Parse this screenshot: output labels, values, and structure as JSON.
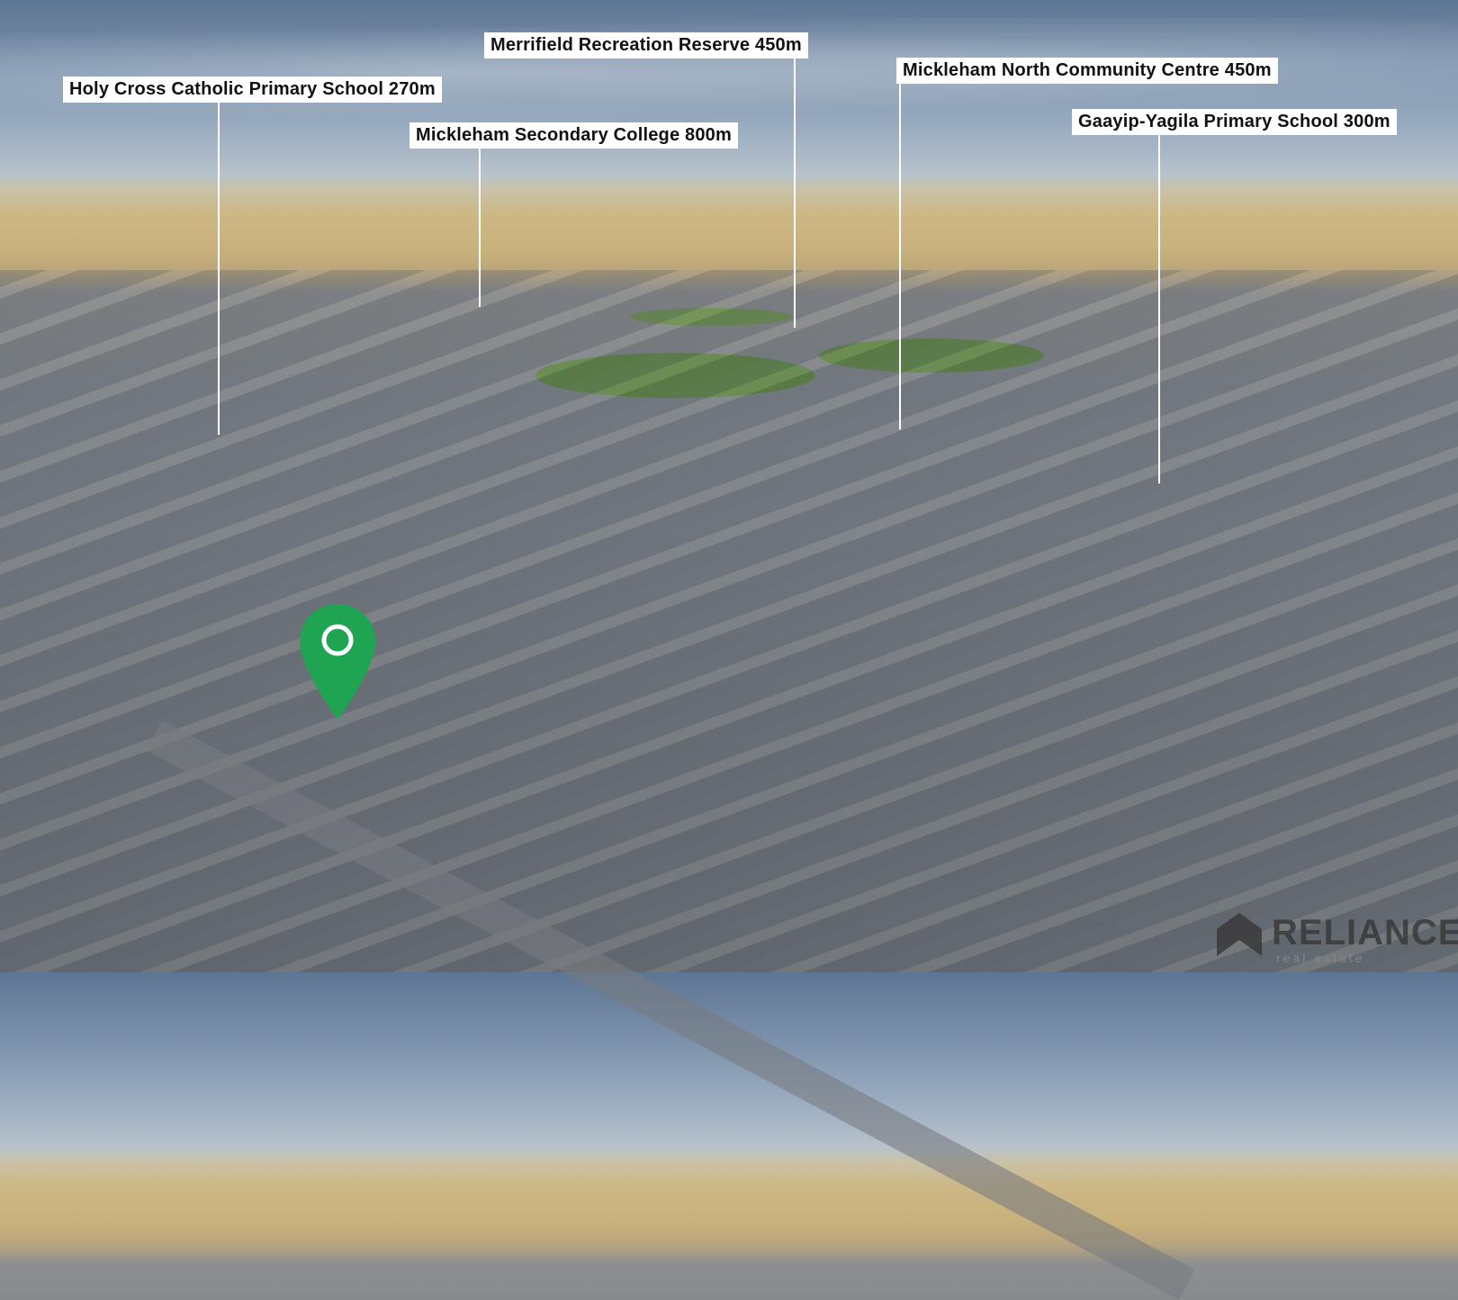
{
  "labels": [
    {
      "text": "Holy Cross Catholic Primary School 270m"
    },
    {
      "text": "Merrifield Recreation Reserve 450m"
    },
    {
      "text": "Mickleham Secondary College 800m"
    },
    {
      "text": "Mickleham North Community Centre 450m"
    },
    {
      "text": "Gaayip-Yagila Primary School 300m"
    }
  ],
  "marker": {
    "icon": "location-pin-icon",
    "color": "#1fa552"
  },
  "logo": {
    "name": "RELIANCE",
    "tagline": "real estate"
  }
}
